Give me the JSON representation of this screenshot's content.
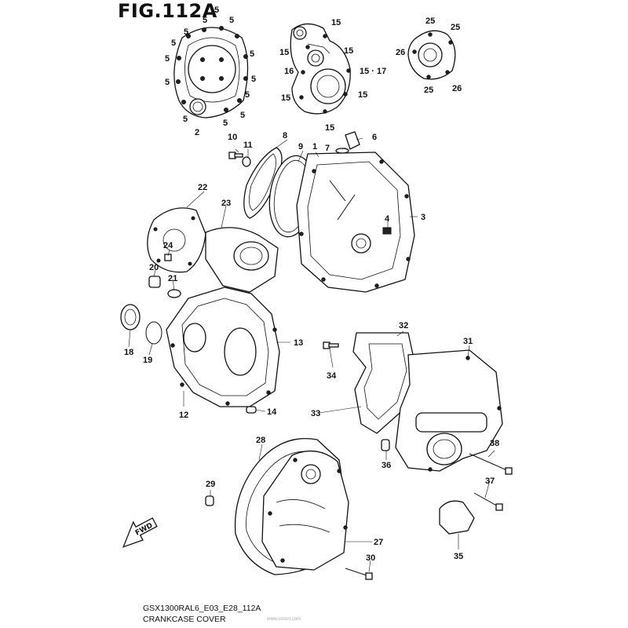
{
  "figure": {
    "title": "FIG.112A",
    "code": "GSX1300RAL6_E03_E28_112A",
    "caption": "CRANKCASE COVER",
    "watermark": "www.cmsnl.com",
    "direction_label": "FWD"
  },
  "part_labels": [
    {
      "id": "p5a",
      "text": "5"
    },
    {
      "id": "p5b",
      "text": "5"
    },
    {
      "id": "p5c",
      "text": "5"
    },
    {
      "id": "p5d",
      "text": "5"
    },
    {
      "id": "p5e",
      "text": "5"
    },
    {
      "id": "p5f",
      "text": "5"
    },
    {
      "id": "p5g",
      "text": "5"
    },
    {
      "id": "p5h",
      "text": "5"
    },
    {
      "id": "p5i",
      "text": "5"
    },
    {
      "id": "p5j",
      "text": "5"
    },
    {
      "id": "p5k",
      "text": "5"
    },
    {
      "id": "p5l",
      "text": "5"
    },
    {
      "id": "p5m",
      "text": "5"
    },
    {
      "id": "p2",
      "text": "2"
    },
    {
      "id": "p15a",
      "text": "15"
    },
    {
      "id": "p15b",
      "text": "15"
    },
    {
      "id": "p15c",
      "text": "15"
    },
    {
      "id": "p15d",
      "text": "15"
    },
    {
      "id": "p15e",
      "text": "15"
    },
    {
      "id": "p15f",
      "text": "15"
    },
    {
      "id": "p1517",
      "text": "15 · 17"
    },
    {
      "id": "p16",
      "text": "16"
    },
    {
      "id": "p25a",
      "text": "25"
    },
    {
      "id": "p25b",
      "text": "25"
    },
    {
      "id": "p25c",
      "text": "25"
    },
    {
      "id": "p26a",
      "text": "26"
    },
    {
      "id": "p26b",
      "text": "26"
    },
    {
      "id": "p10",
      "text": "10"
    },
    {
      "id": "p11",
      "text": "11"
    },
    {
      "id": "p8",
      "text": "8"
    },
    {
      "id": "p9",
      "text": "9"
    },
    {
      "id": "p1",
      "text": "1"
    },
    {
      "id": "p7",
      "text": "7"
    },
    {
      "id": "p6",
      "text": "6"
    },
    {
      "id": "p4",
      "text": "4"
    },
    {
      "id": "p3",
      "text": "3"
    },
    {
      "id": "p22",
      "text": "22"
    },
    {
      "id": "p23",
      "text": "23"
    },
    {
      "id": "p24",
      "text": "24"
    },
    {
      "id": "p20",
      "text": "20"
    },
    {
      "id": "p21",
      "text": "21"
    },
    {
      "id": "p18",
      "text": "18"
    },
    {
      "id": "p19",
      "text": "19"
    },
    {
      "id": "p13",
      "text": "13"
    },
    {
      "id": "p12",
      "text": "12"
    },
    {
      "id": "p14",
      "text": "14"
    },
    {
      "id": "p32",
      "text": "32"
    },
    {
      "id": "p31",
      "text": "31"
    },
    {
      "id": "p34",
      "text": "34"
    },
    {
      "id": "p33",
      "text": "33"
    },
    {
      "id": "p28",
      "text": "28"
    },
    {
      "id": "p36",
      "text": "36"
    },
    {
      "id": "p38",
      "text": "38"
    },
    {
      "id": "p37",
      "text": "37"
    },
    {
      "id": "p29",
      "text": "29"
    },
    {
      "id": "p27",
      "text": "27"
    },
    {
      "id": "p35",
      "text": "35"
    },
    {
      "id": "p30",
      "text": "30"
    }
  ]
}
